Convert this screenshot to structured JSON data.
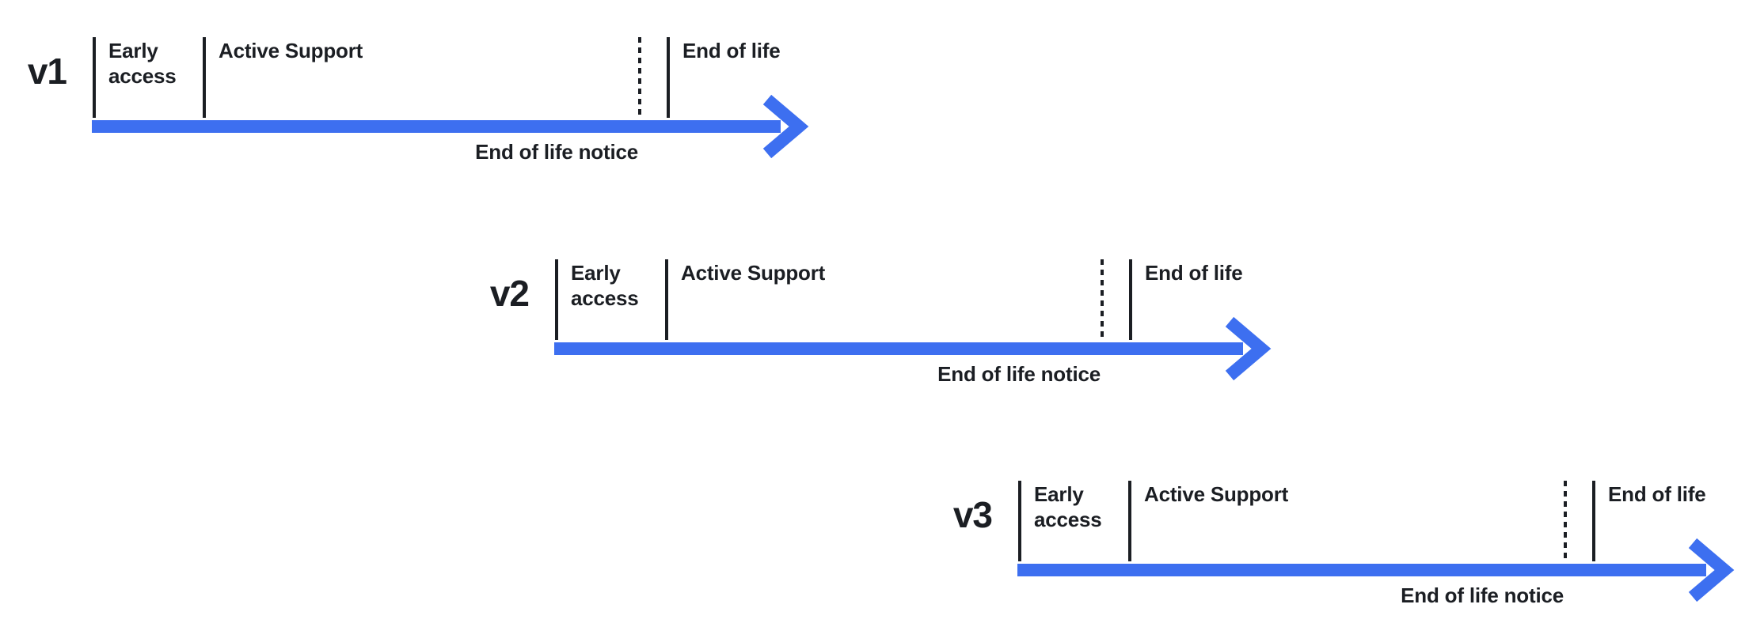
{
  "colors": {
    "arrow": "#3D6FF0",
    "line": "#1B1E23",
    "text": "#1B1E23"
  },
  "timelines": [
    {
      "version": "v1",
      "early_access": "Early access",
      "active_support": "Active Support",
      "end_of_life": "End of life",
      "end_of_life_notice": "End of life notice"
    },
    {
      "version": "v2",
      "early_access": "Early access",
      "active_support": "Active Support",
      "end_of_life": "End of life",
      "end_of_life_notice": "End of life notice"
    },
    {
      "version": "v3",
      "early_access": "Early access",
      "active_support": "Active Support",
      "end_of_life": "End of life",
      "end_of_life_notice": "End of life notice"
    }
  ]
}
